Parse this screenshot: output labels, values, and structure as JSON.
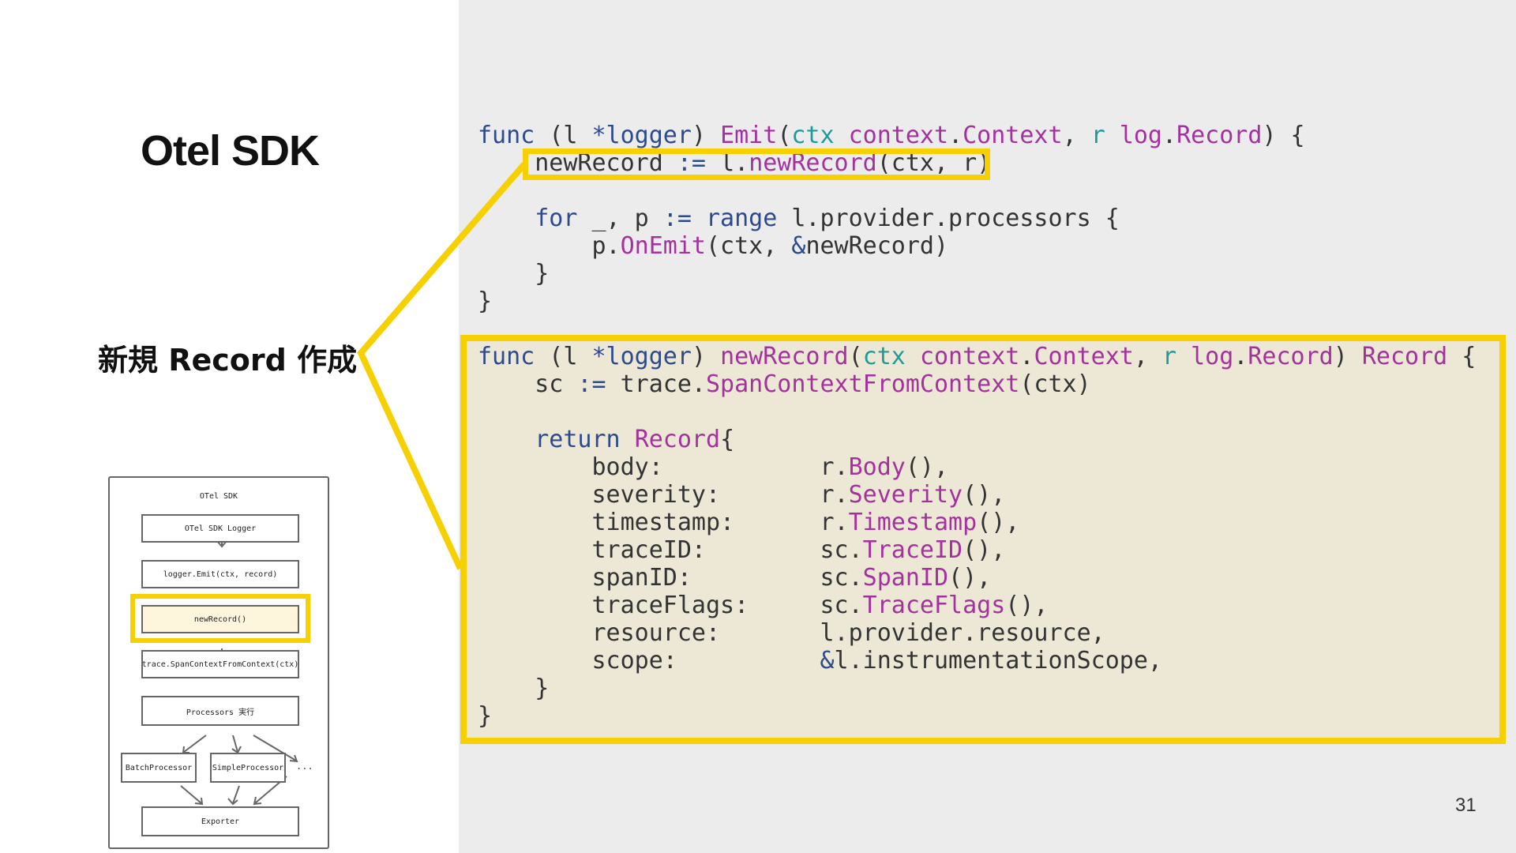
{
  "slide": {
    "title": "Otel SDK",
    "callout_label": "新規 Record 作成",
    "page_number": "31"
  },
  "code": {
    "emit": {
      "l1": {
        "func": "func",
        "open": "(l ",
        "ptr": "*logger",
        "close": ") ",
        "name": "Emit",
        "p1": "(",
        "ctx": "ctx",
        "sp": " ",
        "pkg": "context",
        "dot": ".",
        "type": "Context",
        "comma": ", ",
        "r": "r",
        "sp2": " ",
        "pkg2": "log",
        "dot2": ".",
        "type2": "Record",
        "tail": ") {"
      },
      "l2": {
        "indent": "    ",
        "var": "newRecord",
        "op": " := ",
        "recv": "l.",
        "call": "newRecord",
        "args": "(ctx, r)"
      },
      "l4": {
        "indent": "    ",
        "kw": "for",
        "mid": " _, p ",
        "op": ":=",
        "sp": " ",
        "kw2": "range",
        "rest": " l.provider.processors {"
      },
      "l5": {
        "indent": "        ",
        "recv": "p.",
        "call": "OnEmit",
        "a1": "(ctx, ",
        "amp": "&",
        "a2": "newRecord)"
      },
      "l6": "    }",
      "l7": "}"
    },
    "newrecord": {
      "l1": {
        "func": "func",
        "open": " (l ",
        "ptr": "*logger",
        "close": ") ",
        "name": "newRecord",
        "p1": "(",
        "ctx": "ctx",
        "sp": " ",
        "pkg": "context",
        "dot": ".",
        "type": "Context",
        "comma": ", ",
        "r": "r",
        "sp2": " ",
        "pkg2": "log",
        "dot2": ".",
        "type2": "Record",
        "close2": ") ",
        "ret": "Record",
        "tail": " {"
      },
      "l2": {
        "indent": "    ",
        "var": "sc",
        "op": " := ",
        "recv": "trace.",
        "call": "SpanContextFromContext",
        "args": "(ctx)"
      },
      "l4": {
        "indent": "    ",
        "kw": "return",
        "sp": " ",
        "type": "Record",
        "brace": "{"
      },
      "fields": [
        {
          "key": "        body:           ",
          "recv": "r.",
          "call": "Body",
          "tail": "(),"
        },
        {
          "key": "        severity:       ",
          "recv": "r.",
          "call": "Severity",
          "tail": "(),"
        },
        {
          "key": "        timestamp:      ",
          "recv": "r.",
          "call": "Timestamp",
          "tail": "(),"
        },
        {
          "key": "        traceID:        ",
          "recv": "sc.",
          "call": "TraceID",
          "tail": "(),"
        },
        {
          "key": "        spanID:         ",
          "recv": "sc.",
          "call": "SpanID",
          "tail": "(),"
        },
        {
          "key": "        traceFlags:     ",
          "recv": "sc.",
          "call": "TraceFlags",
          "tail": "(),"
        }
      ],
      "resource": {
        "key": "        resource:       ",
        "val": "l.provider.resource,"
      },
      "scope": {
        "key": "        scope:          ",
        "amp": "&",
        "val": "l.instrumentationScope,"
      },
      "close_inner": "    }",
      "close_outer": "}"
    }
  },
  "diagram": {
    "title": "OTel SDK",
    "boxes": {
      "logger": "OTel SDK Logger",
      "emit": "logger.Emit(ctx, record)",
      "newrecord": "newRecord()",
      "spanctx": "trace.SpanContextFromContext(ctx)",
      "processors": "Processors 実行",
      "batch": "BatchProcessor",
      "simple": "SimpleProcessor",
      "exporter": "Exporter"
    },
    "ellipsis": "..."
  },
  "colors": {
    "highlight": "#f6d000",
    "keyword": "#2d4a8c",
    "teal": "#1d9a9a",
    "magenta": "#a3329c",
    "code_bg": "#ede8d6",
    "pane_bg": "#ececec"
  }
}
